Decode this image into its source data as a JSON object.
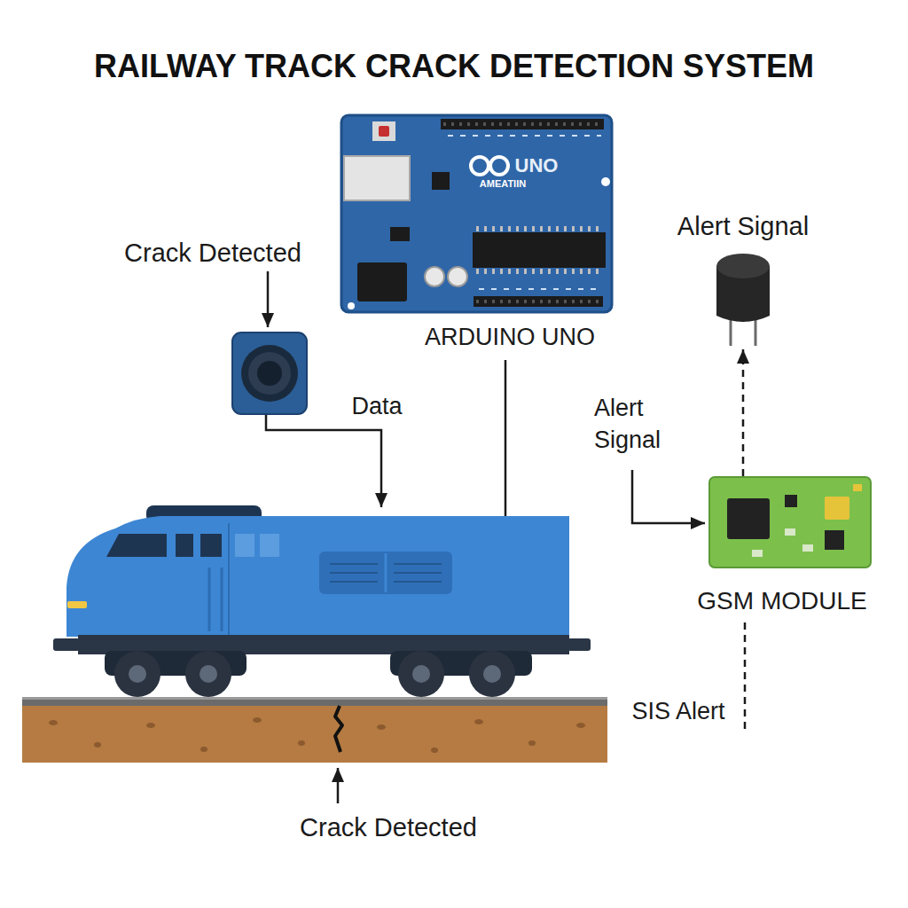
{
  "diagram": {
    "title": "RAILWAY TRACK CRACK DETECTION SYSTEM",
    "nodes": [
      {
        "text": [
          "UNO",
          "AMEATIIN",
          "ARDUINO UNO"
        ]
      },
      {
        "text": [
          "Crack Detected"
        ]
      },
      {
        "text": [
          "Alert Signal"
        ]
      },
      {
        "text": [
          "GSM MODULE"
        ]
      }
    ],
    "edges": [
      {
        "from": 3,
        "to": 2,
        "arrow": "to"
      }
    ],
    "labels": [
      "Data",
      "Alert Signal",
      "SIS Alert",
      "Crack Detected"
    ]
  }
}
